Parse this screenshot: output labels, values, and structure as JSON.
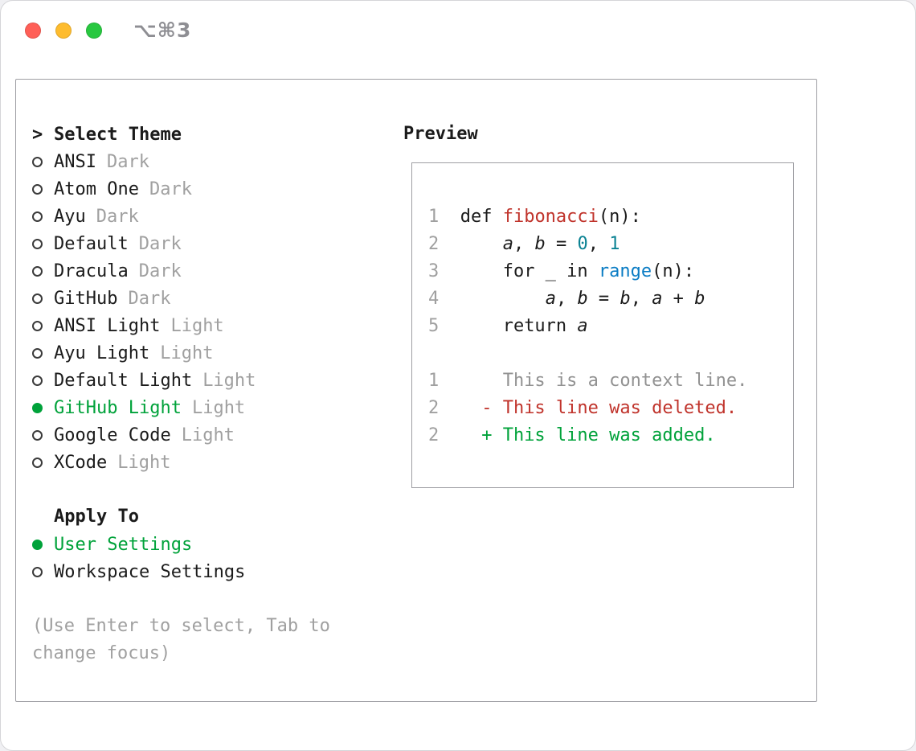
{
  "colors": {
    "text": "#1b1b1b",
    "muted_gray": "#a0a0a0",
    "accent_green": "#00a23a",
    "syntax_red": "#c0332b",
    "syntax_teal": "#0b8293",
    "syntax_blue": "#0a7cc4",
    "panel_border": "#9e9ea3",
    "traffic_red": "#ff5f57",
    "traffic_yellow": "#febc2e",
    "traffic_green": "#28c840"
  },
  "window": {
    "shortcut_label": "⌥⌘3"
  },
  "theme_selector": {
    "prompt": ">",
    "title": "Select Theme",
    "items": [
      {
        "name": "ANSI",
        "variant": "Dark",
        "selected": false
      },
      {
        "name": "Atom One",
        "variant": "Dark",
        "selected": false
      },
      {
        "name": "Ayu",
        "variant": "Dark",
        "selected": false
      },
      {
        "name": "Default",
        "variant": "Dark",
        "selected": false
      },
      {
        "name": "Dracula",
        "variant": "Dark",
        "selected": false
      },
      {
        "name": "GitHub",
        "variant": "Dark",
        "selected": false
      },
      {
        "name": "ANSI Light",
        "variant": "Light",
        "selected": false
      },
      {
        "name": "Ayu Light",
        "variant": "Light",
        "selected": false
      },
      {
        "name": "Default Light",
        "variant": "Light",
        "selected": false
      },
      {
        "name": "GitHub Light",
        "variant": "Light",
        "selected": true
      },
      {
        "name": "Google Code",
        "variant": "Light",
        "selected": false
      },
      {
        "name": "XCode",
        "variant": "Light",
        "selected": false
      }
    ]
  },
  "apply_to": {
    "title": "Apply To",
    "options": [
      {
        "label": "User Settings",
        "selected": true
      },
      {
        "label": "Workspace Settings",
        "selected": false
      }
    ]
  },
  "hint": {
    "line1": "(Use Enter to select, Tab to",
    "line2": "change focus)"
  },
  "preview": {
    "title": "Preview",
    "lines": [
      {
        "num": "1",
        "kind": "code",
        "segments": [
          {
            "t": "def ",
            "c": "plain"
          },
          {
            "t": "fibonacci",
            "c": "red"
          },
          {
            "t": "(n):",
            "c": "plain"
          }
        ]
      },
      {
        "num": "2",
        "kind": "code",
        "segments": [
          {
            "t": "    ",
            "c": "plain"
          },
          {
            "t": "a",
            "c": "var"
          },
          {
            "t": ", ",
            "c": "plain"
          },
          {
            "t": "b",
            "c": "var"
          },
          {
            "t": " = ",
            "c": "plain"
          },
          {
            "t": "0",
            "c": "teal"
          },
          {
            "t": ", ",
            "c": "plain"
          },
          {
            "t": "1",
            "c": "teal"
          }
        ]
      },
      {
        "num": "3",
        "kind": "code",
        "segments": [
          {
            "t": "    for _ in ",
            "c": "plain"
          },
          {
            "t": "range",
            "c": "blue"
          },
          {
            "t": "(n):",
            "c": "plain"
          }
        ]
      },
      {
        "num": "4",
        "kind": "code",
        "segments": [
          {
            "t": "        ",
            "c": "plain"
          },
          {
            "t": "a",
            "c": "var"
          },
          {
            "t": ", ",
            "c": "plain"
          },
          {
            "t": "b",
            "c": "var"
          },
          {
            "t": " = ",
            "c": "plain"
          },
          {
            "t": "b",
            "c": "var"
          },
          {
            "t": ", ",
            "c": "plain"
          },
          {
            "t": "a",
            "c": "var"
          },
          {
            "t": " + ",
            "c": "plain"
          },
          {
            "t": "b",
            "c": "var"
          }
        ]
      },
      {
        "num": "5",
        "kind": "code",
        "segments": [
          {
            "t": "    return ",
            "c": "plain"
          },
          {
            "t": "a",
            "c": "var"
          }
        ]
      },
      {
        "num": "",
        "kind": "blank",
        "segments": []
      },
      {
        "num": "1",
        "kind": "diff-context",
        "segments": [
          {
            "t": "    This is a context line.",
            "c": "context"
          }
        ]
      },
      {
        "num": "2",
        "kind": "diff-deleted",
        "segments": [
          {
            "t": "  - This line was deleted.",
            "c": "deleted"
          }
        ]
      },
      {
        "num": "2",
        "kind": "diff-added",
        "segments": [
          {
            "t": "  + This line was added.",
            "c": "added"
          }
        ]
      }
    ]
  }
}
